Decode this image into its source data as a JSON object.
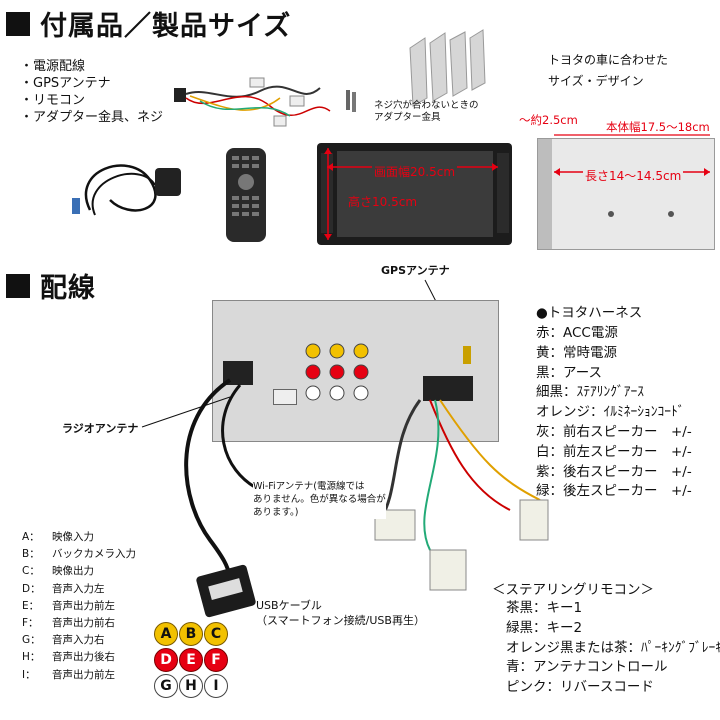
{
  "sections": {
    "accessories_title": "付属品／製品サイズ",
    "wiring_title": "配線"
  },
  "accessories": {
    "bullets": [
      "・電源配線",
      "・GPSアンテナ",
      "・リモコン",
      "・アダプター金具、ネジ"
    ],
    "bracket_note_1": "ネジ穴が合わないときの",
    "bracket_note_2": "アダプター金具",
    "toyota_note_1": "トヨタの車に合わせた",
    "toyota_note_2": "サイズ・デザイン"
  },
  "dimensions": {
    "depth_front": "～約2.5cm",
    "body_width": "本体幅17.5～18cm",
    "screen_width": "画面幅20.5cm",
    "height": "高さ10.5cm",
    "length": "長さ14～14.5cm"
  },
  "wiring": {
    "gps_label": "GPSアンテナ",
    "radio_label": "ラジオアンテナ",
    "wifi_note": [
      "Wi-Fiアンテナ(電源線では",
      "ありません。色が異なる場合が",
      "あります。)"
    ],
    "usb_label": "USBケーブル",
    "usb_note": "（スマートフォン接続/USB再生）"
  },
  "harness": {
    "title": "●トヨタハーネス",
    "items": [
      "赤：ACC電源",
      "黄：常時電源",
      "黒：アース",
      "細黒：ｽﾃｱﾘﾝｸﾞｱｰｽ",
      "オレンジ：ｲﾙﾐﾈｰｼｮﾝｺｰﾄﾞ",
      "灰：前右スピーカー　+/-",
      "白：前左スピーカー　+/-",
      "紫：後右スピーカー　+/-",
      "緑：後左スピーカー　+/-"
    ]
  },
  "steering": {
    "title": "＜ステアリングリモコン＞",
    "items": [
      "茶黒：キー1",
      "緑黒：キー2",
      "オレンジ黒または茶：ﾊﾟｰｷﾝｸﾞﾌﾞﾚｰｷ",
      "青：アンテナコントロール",
      "ピンク：リバースコード"
    ]
  },
  "connectors": [
    {
      "key": "A：",
      "label": "映像入力"
    },
    {
      "key": "B：",
      "label": "バックカメラ入力"
    },
    {
      "key": "C：",
      "label": "映像出力"
    },
    {
      "key": "D：",
      "label": "音声入力左"
    },
    {
      "key": "E：",
      "label": "音声出力前左"
    },
    {
      "key": "F：",
      "label": "音声出力前右"
    },
    {
      "key": "G：",
      "label": "音声入力右"
    },
    {
      "key": "H：",
      "label": "音声出力後右"
    },
    {
      "key": "I：",
      "label": "音声出力前左"
    }
  ],
  "badges": {
    "row1": [
      "A",
      "B",
      "C"
    ],
    "row2": [
      "D",
      "E",
      "F"
    ],
    "row3": [
      "G",
      "H",
      "I"
    ],
    "colors": {
      "yellow": "#f2c100",
      "red": "#e60012",
      "white": "#ffffff"
    }
  },
  "colors": {
    "accent": "#e60012",
    "text": "#111111"
  }
}
